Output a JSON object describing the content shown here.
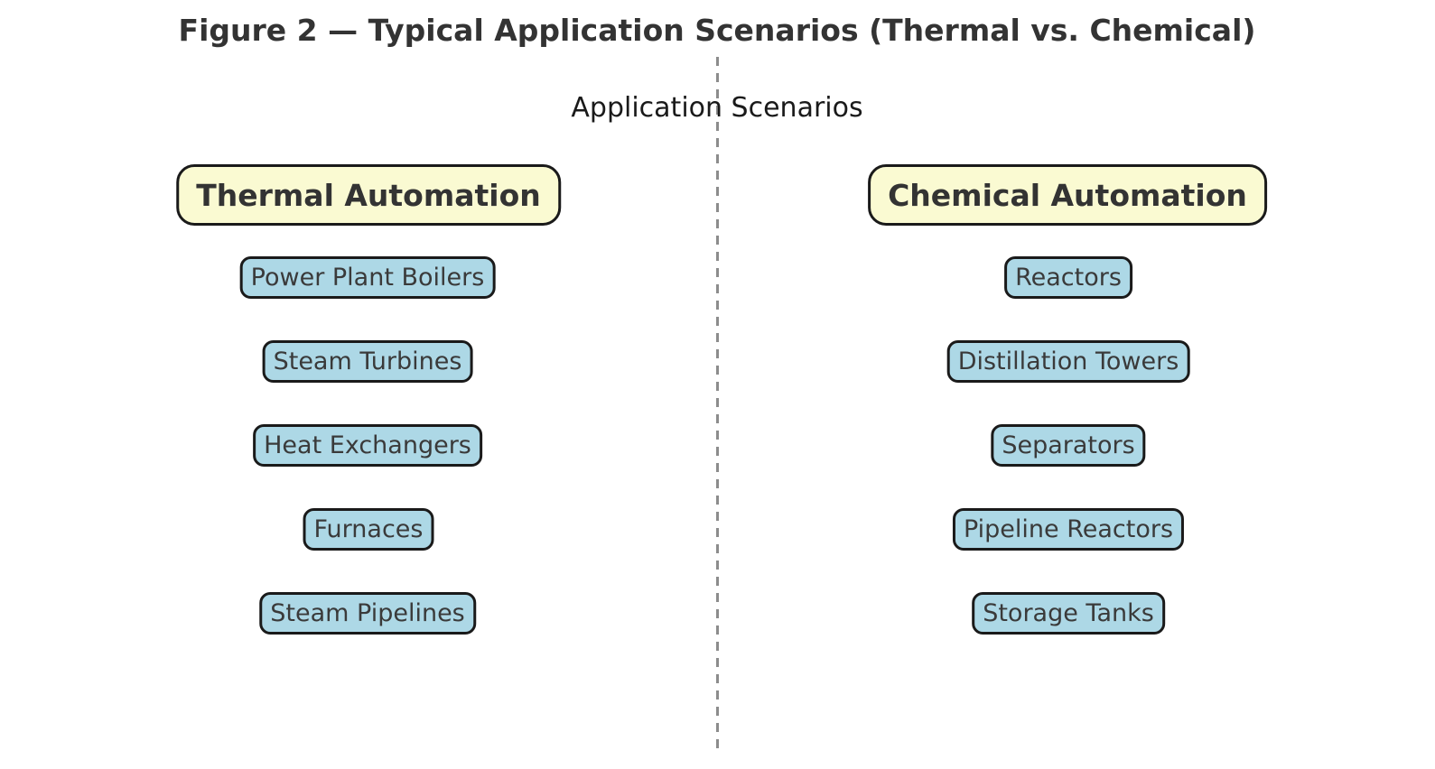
{
  "figure": {
    "title": "Figure 2 — Typical Application Scenarios (Thermal vs. Chemical)",
    "axis_label": "Application Scenarios"
  },
  "columns": [
    {
      "header": "Thermal Automation",
      "items": [
        "Power Plant Boilers",
        "Steam Turbines",
        "Heat Exchangers",
        "Furnaces",
        "Steam Pipelines"
      ]
    },
    {
      "header": "Chemical Automation",
      "items": [
        "Reactors",
        "Distillation Towers",
        "Separators",
        "Pipeline Reactors",
        "Storage Tanks"
      ]
    }
  ],
  "colors": {
    "background": "#FFFFFF",
    "header_fill": "#FAFAD2",
    "item_fill": "#ADD8E6",
    "box_border": "#1A1A1A",
    "title_text": "#333333",
    "item_text": "#3A3A3A",
    "label_text": "#1A1A1A",
    "divider": "#8C8C8C"
  }
}
